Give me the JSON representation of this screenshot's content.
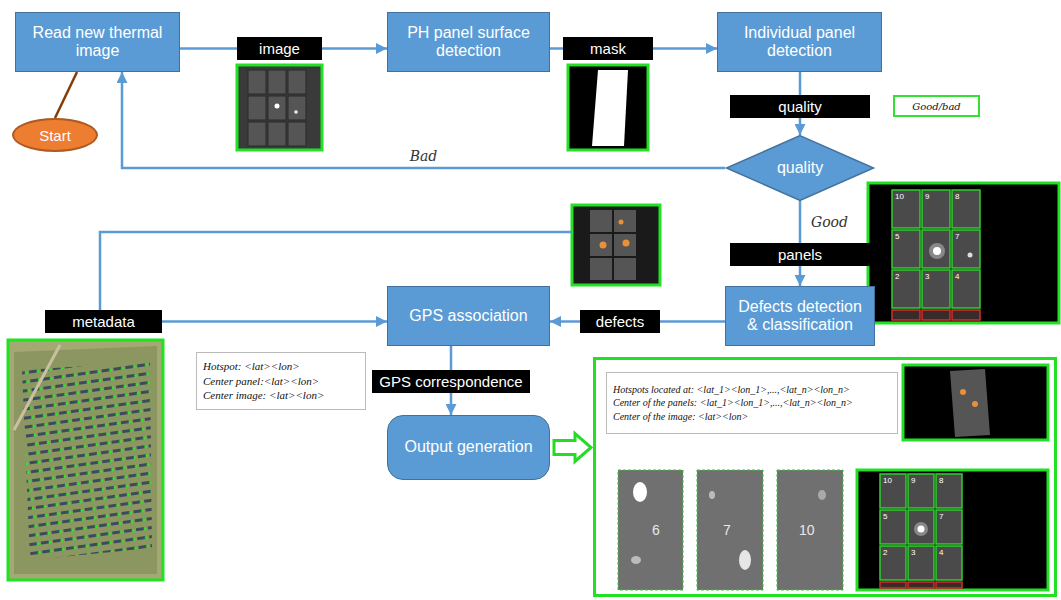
{
  "diagram": {
    "nodes": [
      {
        "text": [
          "Read new thermal image"
        ]
      },
      {
        "text": [
          "image"
        ]
      },
      {
        "text": [
          "PH panel surface detection"
        ]
      },
      {
        "text": [
          "mask"
        ]
      },
      {
        "text": [
          "Individual panel detection"
        ]
      },
      {
        "text": [
          "quality"
        ]
      },
      {
        "text": [
          "Good/bad"
        ]
      },
      {
        "text": [
          "Start"
        ]
      },
      {
        "text": [
          "quality"
        ]
      },
      {
        "text": [
          "panels"
        ]
      },
      {
        "text": [
          "metadata"
        ]
      },
      {
        "text": [
          "GPS association"
        ]
      },
      {
        "text": [
          "defects"
        ]
      },
      {
        "text": [
          "Defects detection & classification"
        ]
      },
      {
        "text": [
          "Hotspot: <lat><lon>",
          "Center panel:<lat><lon>",
          "Center image: <lat><lon>"
        ]
      },
      {
        "text": []
      },
      {
        "text": [
          "Hotspots located at: <lat_1><lon_1>,...,<lat_n><lon_n>",
          "Center of the panels: <lat_1><lon_1>,...,<lat_n><lon_n>",
          "Center of the image: <lat><lon>"
        ],
        "in": 15
      },
      {
        "text": [
          "GPS correspondence"
        ]
      },
      {
        "text": [
          "Output generation"
        ]
      }
    ],
    "edges": [
      {
        "from": 7,
        "to": 0,
        "arrow": "none"
      },
      {
        "from": 0,
        "to": 1,
        "arrow": "none"
      },
      {
        "from": 1,
        "to": 2,
        "arrow": "to"
      },
      {
        "from": 2,
        "to": 3,
        "arrow": "none"
      },
      {
        "from": 3,
        "to": 4,
        "arrow": "to"
      },
      {
        "from": 4,
        "to": 5,
        "arrow": "none"
      },
      {
        "from": 5,
        "to": 8,
        "arrow": "to"
      },
      {
        "from": 8,
        "to": 0,
        "label": "Bad",
        "arrow": "to"
      },
      {
        "from": 8,
        "to": 9,
        "label": "Good",
        "arrow": "none"
      },
      {
        "from": 9,
        "to": 13,
        "arrow": "to"
      },
      {
        "from": 13,
        "to": 12,
        "arrow": "none"
      },
      {
        "from": 12,
        "to": 11,
        "arrow": "to"
      },
      {
        "from": 10,
        "to": 11,
        "arrow": "to"
      },
      {
        "from": 11,
        "to": 17,
        "arrow": "none"
      },
      {
        "from": 17,
        "to": 18,
        "arrow": "to"
      },
      {
        "from": 18,
        "to": 15,
        "arrow": "to"
      }
    ],
    "labels": [
      "10",
      "9",
      "8",
      "5",
      "7",
      "2",
      "3",
      "4",
      "6",
      "7",
      "10",
      "10",
      "9",
      "8",
      "5",
      "7",
      "2",
      "3",
      "4"
    ]
  }
}
